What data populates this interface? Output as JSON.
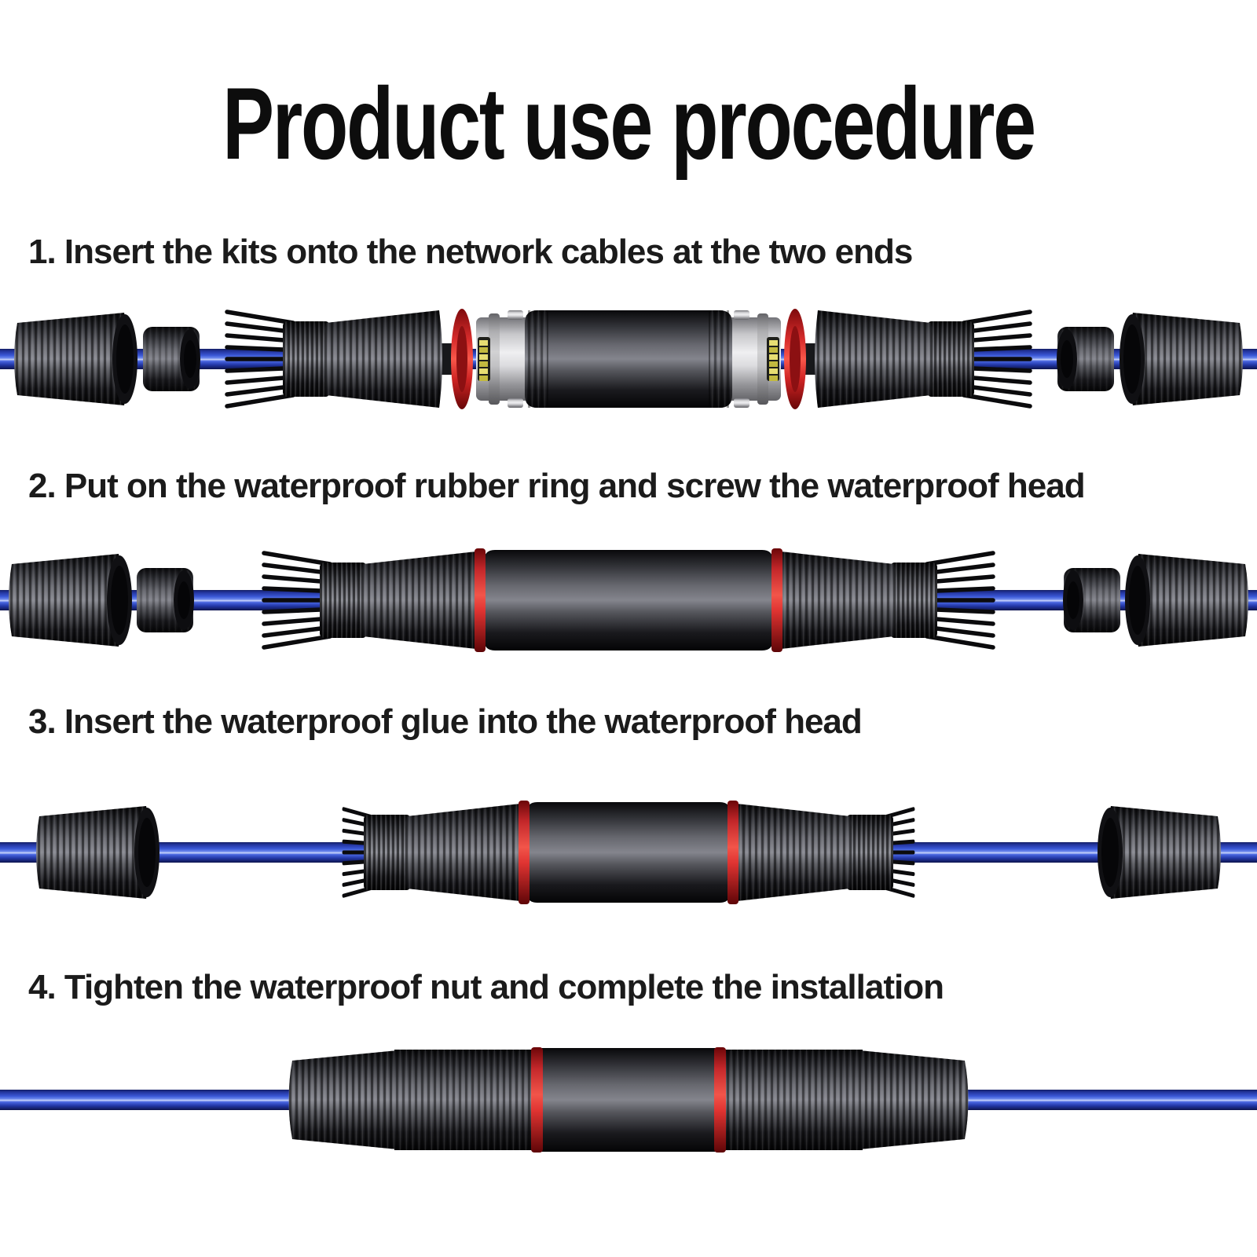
{
  "title": "Product use procedure",
  "steps": [
    {
      "label": "1. Insert the kits onto the network cables at the two ends"
    },
    {
      "label": "2. Put on the waterproof rubber ring and screw the waterproof head"
    },
    {
      "label": "3. Insert the waterproof glue into the waterproof head"
    },
    {
      "label": "4. Tighten the waterproof nut and complete the installation"
    }
  ],
  "parts": {
    "network_cable": "cable-icon",
    "waterproof_nut": "nut-icon",
    "rubber_seal_ring": "seal-ring-icon",
    "waterproof_head": "threaded-head-with-prongs-icon",
    "red_gasket": "red-ring-icon",
    "rj45_coupler": "gray-coupler-with-gold-pins-icon",
    "connector_body": "black-body-icon"
  },
  "colors": {
    "background": "#ffffff",
    "text": "#1b1b1b",
    "cable_blue": "#3a57d6",
    "cable_highlight": "#cdd8fb",
    "gasket_red": "#e8302e",
    "part_dark": "#141418",
    "coupler_gray": "#e4e4e6",
    "pin_gold": "#d9d05e"
  }
}
